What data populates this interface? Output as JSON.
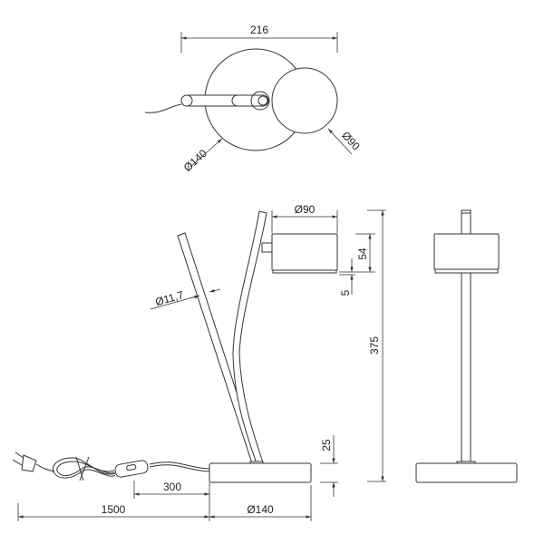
{
  "drawing": {
    "top_view": {
      "width_label": "216",
      "base_diameter_label": "Ø140",
      "shade_diameter_label": "Ø90"
    },
    "side_view": {
      "shade_diameter_label": "Ø90",
      "shade_height_label": "54",
      "ring_height_label": "5",
      "total_height_label": "375",
      "rod_diameter_label": "Ø11,7",
      "base_height_label": "25",
      "switch_distance_label": "300",
      "base_diameter_label": "Ø140",
      "cable_length_label": "1500"
    },
    "line_color": "#333333"
  }
}
